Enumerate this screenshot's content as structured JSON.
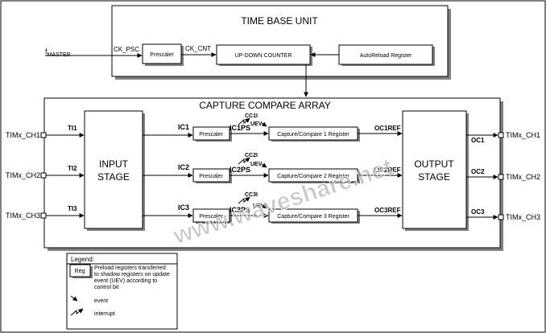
{
  "time_base": {
    "title": "TIME BASE UNIT",
    "f_master_main": "f",
    "f_master_sub": "MASTER",
    "ck_psc": "CK_PSC",
    "prescaler": "Prescaler",
    "ck_cnt": "CK_CNT",
    "counter": "UP-DOWN COUNTER",
    "autoreload": "AutoReload Register"
  },
  "capture": {
    "title": "CAPTURE COMPARE ARRAY",
    "input_stage": [
      "INPUT",
      "STAGE"
    ],
    "output_stage": [
      "OUTPUT",
      "STAGE"
    ],
    "channels": [
      {
        "in_pin": "TIMx_CH1",
        "ti": "TI1",
        "ic": "IC1",
        "prescaler": "Prescaler",
        "icps": "IC1PS",
        "cc": "CC1I",
        "uev": "UEV",
        "register": "Capture/Compare 1 Register",
        "ocref": "OC1REF",
        "oc": "OC1",
        "out_pin": "TIMx_CH1"
      },
      {
        "in_pin": "TIMx_CH2",
        "ti": "TI2",
        "ic": "IC2",
        "prescaler": "Prescaler",
        "icps": "IC2PS",
        "cc": "CC2I",
        "uev": "UEV",
        "register": "Capture/Compare 2 Register",
        "ocref": "OC2REF",
        "oc": "OC2",
        "out_pin": "TIMx_CH2"
      },
      {
        "in_pin": "TIMx_CH3",
        "ti": "TI3",
        "ic": "IC3",
        "prescaler": "Prescaler",
        "icps": "IC3PS",
        "cc": "CC3I",
        "uev": "UEV",
        "register": "Capture/Compare 3 Register",
        "ocref": "OC3REF",
        "oc": "OC3",
        "out_pin": "TIMx_CH3"
      }
    ]
  },
  "legend": {
    "title": "Legend:",
    "reg": "Reg",
    "reg_desc": [
      "Preload registers transferred",
      "to shadow registers on update",
      "event (UEV) according to",
      "control bit"
    ],
    "event": "event",
    "interrupt": "interrupt"
  },
  "watermark": "www.waveshare.net",
  "colors": {
    "line": "#000000",
    "shadow": "#808080",
    "watermark": "#9a9a9a"
  }
}
